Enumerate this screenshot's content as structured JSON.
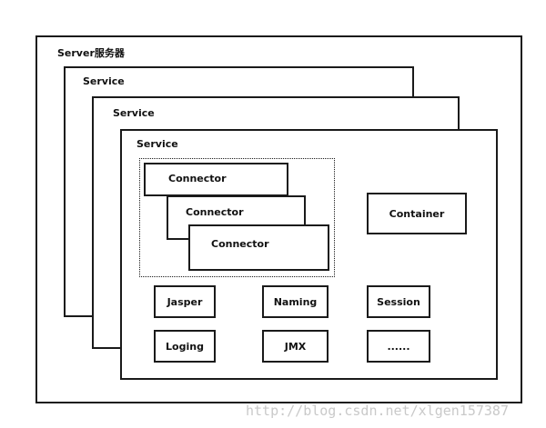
{
  "diagram": {
    "server": {
      "title": "Server服务器"
    },
    "services": [
      {
        "title": "Service"
      },
      {
        "title": "Service"
      },
      {
        "title": "Service"
      }
    ],
    "connectors": [
      {
        "label": "Connector"
      },
      {
        "label": "Connector"
      },
      {
        "label": "Connector"
      }
    ],
    "container": {
      "label": "Container"
    },
    "components_row1": [
      {
        "label": "Jasper"
      },
      {
        "label": "Naming"
      },
      {
        "label": "Session"
      }
    ],
    "components_row2": [
      {
        "label": "Loging"
      },
      {
        "label": "JMX"
      },
      {
        "label": "......"
      }
    ]
  },
  "watermark": {
    "text": "http://blog.csdn.net/xlgen157387"
  }
}
